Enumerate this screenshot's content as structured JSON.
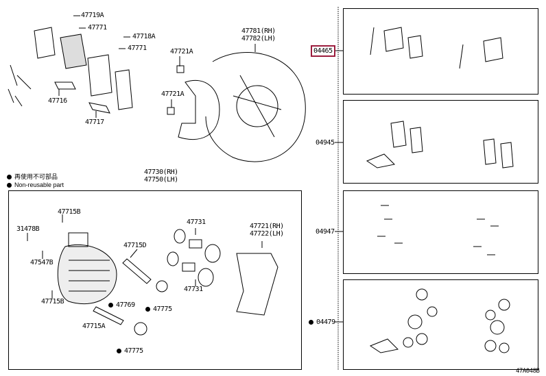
{
  "legend": {
    "non_reusable_jp": "再使用不可部品",
    "non_reusable_en": "Non-reusable part"
  },
  "upper_labels": {
    "p47719A": "47719A",
    "p47771a": "47771",
    "p47718A": "47718A",
    "p47771b": "47771",
    "p47716": "47716",
    "p47717": "47717",
    "p47721A_a": "47721A",
    "p47721A_b": "47721A",
    "p47781": "47781(RH)",
    "p47782": "47782(LH)",
    "p47730": "47730(RH)",
    "p47750": "47750(LH)"
  },
  "lower_labels": {
    "p47715B_a": "47715B",
    "p31478B": "31478B",
    "p47547B": "47547B",
    "p47715B_b": "47715B",
    "p47715D": "47715D",
    "p47731_a": "47731",
    "p47731_b": "47731",
    "p47721": "47721(RH)",
    "p47722": "47722(LH)",
    "p47769": "47769",
    "p47775_a": "47775",
    "p47715A": "47715A",
    "p47775_b": "47775"
  },
  "kits": [
    {
      "code": "04465",
      "highlighted": true,
      "non_reusable": false
    },
    {
      "code": "04945",
      "highlighted": false,
      "non_reusable": false
    },
    {
      "code": "04947",
      "highlighted": false,
      "non_reusable": false
    },
    {
      "code": "04479",
      "highlighted": false,
      "non_reusable": true
    }
  ],
  "colors": {
    "highlight": "#9b1b3c"
  },
  "diagram_code": "47A048B"
}
